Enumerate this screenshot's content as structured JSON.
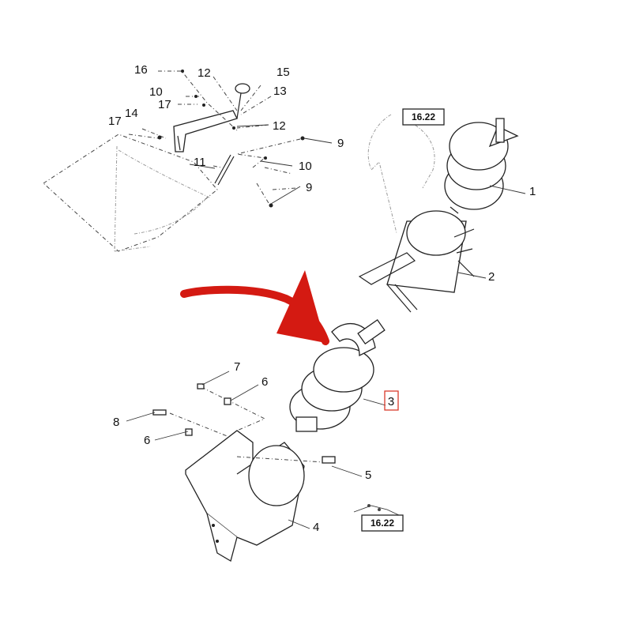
{
  "callouts": [
    {
      "id": "c1",
      "text": "1"
    },
    {
      "id": "c2",
      "text": "2"
    },
    {
      "id": "c3",
      "text": "3"
    },
    {
      "id": "c4",
      "text": "4"
    },
    {
      "id": "c5",
      "text": "5"
    },
    {
      "id": "c6a",
      "text": "6"
    },
    {
      "id": "c6b",
      "text": "6"
    },
    {
      "id": "c7",
      "text": "7"
    },
    {
      "id": "c8",
      "text": "8"
    },
    {
      "id": "c9a",
      "text": "9"
    },
    {
      "id": "c9b",
      "text": "9"
    },
    {
      "id": "c10a",
      "text": "10"
    },
    {
      "id": "c10b",
      "text": "10"
    },
    {
      "id": "c11",
      "text": "11"
    },
    {
      "id": "c12a",
      "text": "12"
    },
    {
      "id": "c12b",
      "text": "12"
    },
    {
      "id": "c13",
      "text": "13"
    },
    {
      "id": "c14",
      "text": "14"
    },
    {
      "id": "c15",
      "text": "15"
    },
    {
      "id": "c16",
      "text": "16"
    },
    {
      "id": "c17a",
      "text": "17"
    },
    {
      "id": "c17b",
      "text": "17"
    }
  ],
  "references": {
    "top": "16.22",
    "bottom": "16.22"
  },
  "highlight": {
    "callout": "3",
    "box_color": "#d93a2b",
    "arrow_color": "#d41a12"
  }
}
